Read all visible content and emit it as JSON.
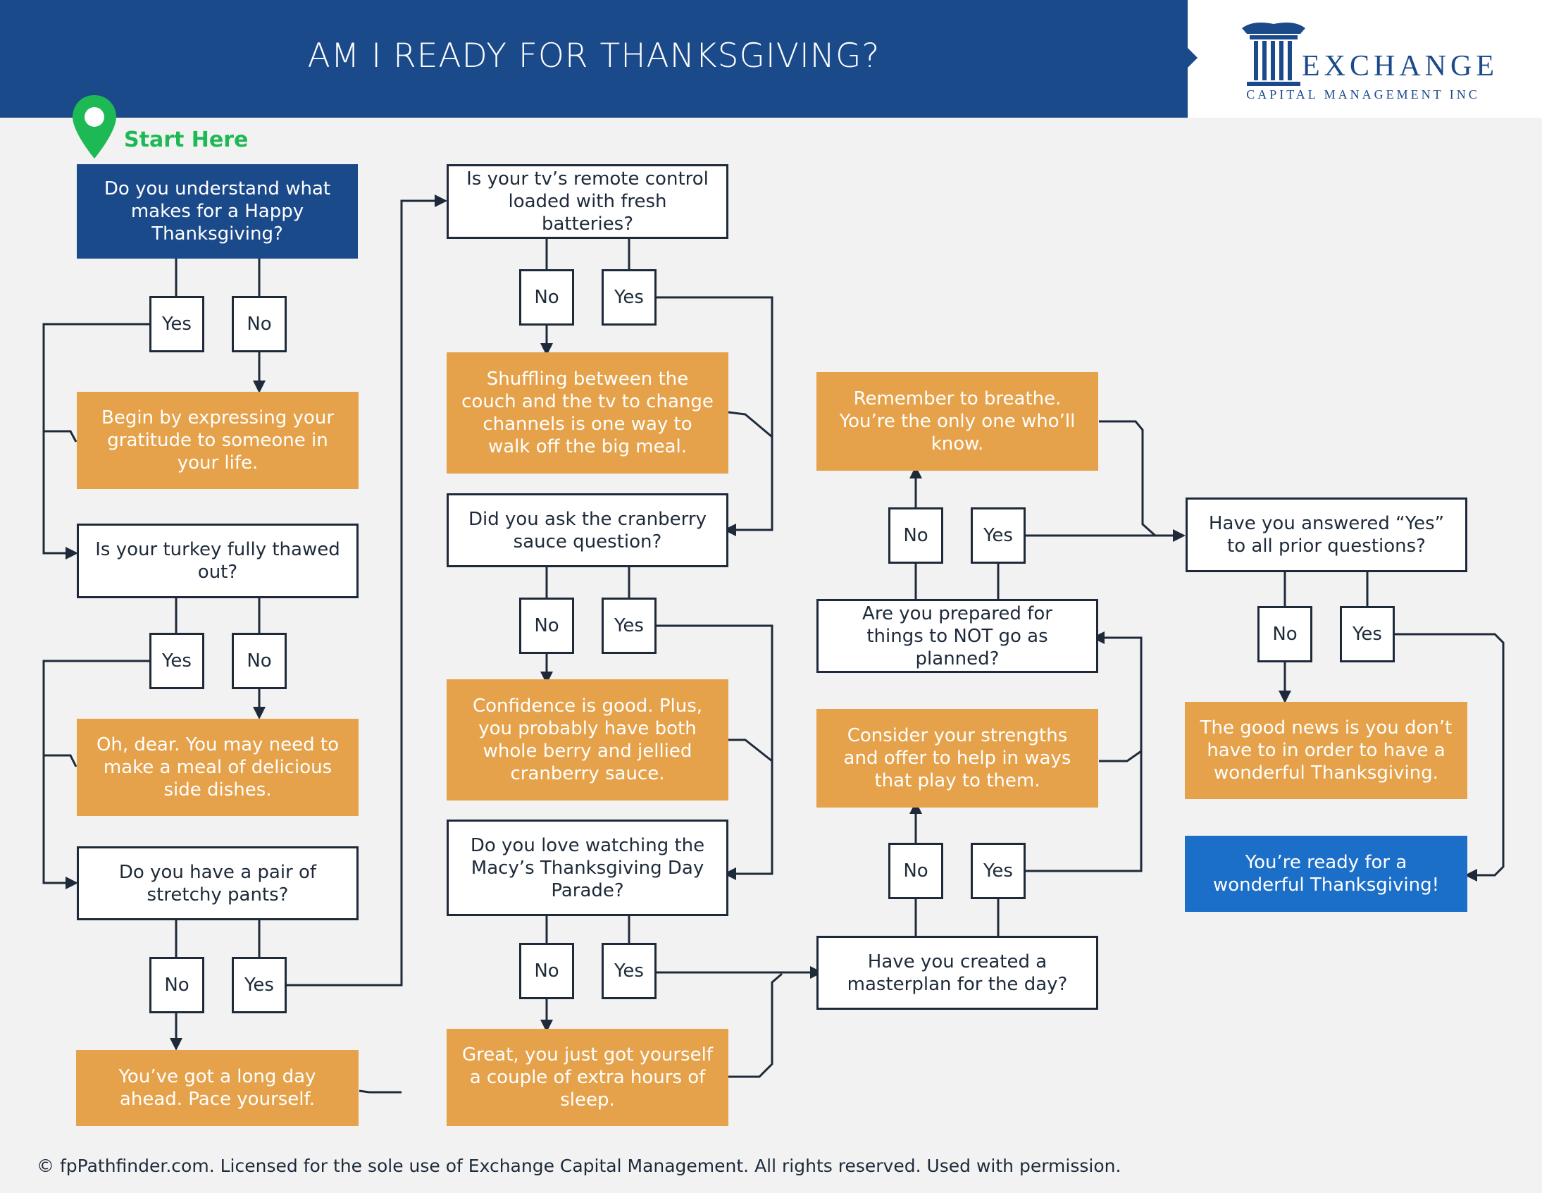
{
  "header": {
    "title": "AM I READY FOR THANKSGIVING?"
  },
  "logo": {
    "name": "EXCHANGE",
    "subtitle": "CAPITAL MANAGEMENT INC"
  },
  "start_label": "Start Here",
  "footer": "© fpPathfinder.com. Licensed for the sole use of Exchange Capital Management. All rights reserved. Used with permission.",
  "colors": {
    "header": "#1b4a8b",
    "outcome": "#e5a24a",
    "final": "#1c6fc9",
    "start": "#1db954",
    "line": "#1e2a3a"
  },
  "nodes": {
    "q1": "Do you understand what makes for a Happy Thanksgiving?",
    "o1": "Begin by expressing your gratitude to someone in your life.",
    "q2": "Is your turkey fully thawed out?",
    "o2": "Oh, dear. You may need to make a meal of delicious side dishes.",
    "q3": "Do you have a pair of stretchy pants?",
    "o3": "You’ve got a long day ahead. Pace yourself.",
    "q4": "Is your tv’s remote control loaded with fresh batteries?",
    "o4": "Shuffling between the couch and the tv to change channels is one way to walk off the big meal.",
    "q5": "Did you ask the cranberry sauce question?",
    "o5": "Confidence is good. Plus, you probably have both whole berry and jellied cranberry sauce.",
    "q6": "Do you love watching the Macy’s Thanksgiving Day Parade?",
    "o6": "Great, you just got yourself a couple of extra hours of sleep.",
    "q7": "Have you created a masterplan for the day?",
    "o7": "Consider your strengths and offer to help in ways that play to them.",
    "q8": "Are you prepared for things to NOT go as planned?",
    "o8": "Remember to breathe. You’re the only one who’ll know.",
    "q9": "Have you answered “Yes” to all prior questions?",
    "o9": "The good news is you don’t have to in order to have a wonderful Thanksgiving.",
    "final": "You’re ready for a wonderful Thanksgiving!"
  },
  "answers": {
    "yes": "Yes",
    "no": "No"
  }
}
